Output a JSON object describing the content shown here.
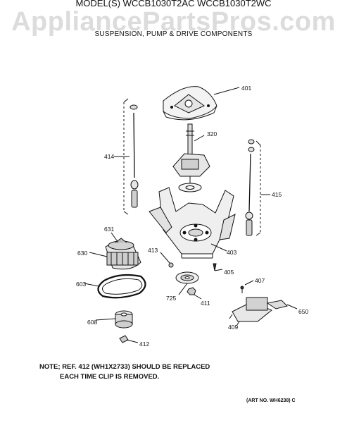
{
  "header": {
    "title": "MODEL(S) WCCB1030T2AC  WCCB1030T2WC",
    "subtitle": "SUSPENSION, PUMP & DRIVE COMPONENTS",
    "watermark": "AppliancePartsPros.com"
  },
  "parts": {
    "p401": "401",
    "p320": "320",
    "p414": "414",
    "p415": "415",
    "p631": "631",
    "p630": "630",
    "p413": "413",
    "p403": "403",
    "p405": "405",
    "p603": "603",
    "p407": "407",
    "p725": "725",
    "p411": "411",
    "p650": "650",
    "p608": "608",
    "p409": "409",
    "p412": "412"
  },
  "footer": {
    "note_line1": "NOTE; REF. 412 (WH1X2733) SHOULD BE REPLACED",
    "note_line2": "EACH TIME CLIP IS REMOVED.",
    "art_number": "(ART NO. WH6238) C"
  }
}
